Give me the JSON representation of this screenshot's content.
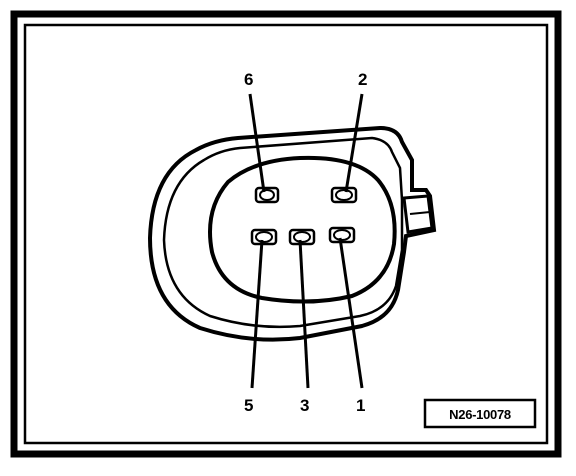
{
  "diagram": {
    "pins": [
      {
        "number": "6"
      },
      {
        "number": "2"
      },
      {
        "number": "5"
      },
      {
        "number": "3"
      },
      {
        "number": "1"
      }
    ],
    "reference_code": "N26-10078"
  },
  "colors": {
    "ink": "#000000",
    "paper": "#ffffff"
  }
}
